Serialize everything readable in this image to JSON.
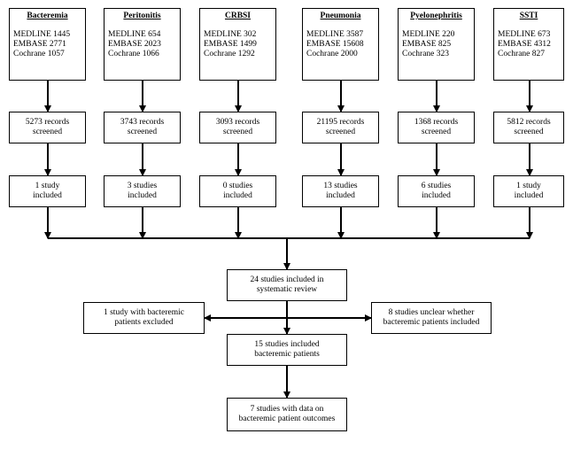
{
  "databases": [
    {
      "title": "Bacteremia",
      "lines": [
        "MEDLINE 1445",
        "EMBASE 2771",
        "Cochrane 1057"
      ],
      "screened": [
        "5273 records",
        "screened"
      ],
      "included": [
        "1 study",
        "included"
      ]
    },
    {
      "title": "Peritonitis",
      "lines": [
        "MEDLINE 654",
        "EMBASE 2023",
        "Cochrane 1066"
      ],
      "screened": [
        "3743 records",
        "screened"
      ],
      "included": [
        "3 studies",
        "included"
      ]
    },
    {
      "title": "CRBSI",
      "lines": [
        "MEDLINE 302",
        "EMBASE 1499",
        "Cochrane 1292"
      ],
      "screened": [
        "3093 records",
        "screened"
      ],
      "included": [
        "0 studies",
        "included"
      ]
    },
    {
      "title": "Pneumonia",
      "lines": [
        "MEDLINE 3587",
        "EMBASE 15608",
        "Cochrane 2000"
      ],
      "screened": [
        "21195 records",
        "screened"
      ],
      "included": [
        "13 studies",
        "included"
      ]
    },
    {
      "title": "Pyelonephritis",
      "lines": [
        "MEDLINE 220",
        "EMBASE 825",
        "Cochrane 323"
      ],
      "screened": [
        "1368 records",
        "screened"
      ],
      "included": [
        "6 studies",
        "included"
      ]
    },
    {
      "title": "SSTI",
      "lines": [
        "MEDLINE 673",
        "EMBASE 4312",
        "Cochrane 827"
      ],
      "screened": [
        "5812 records",
        "screened"
      ],
      "included": [
        "1 study",
        "included"
      ]
    }
  ],
  "review": [
    "24 studies included in",
    "systematic review"
  ],
  "excluded": [
    "1 study with bacteremic",
    "patients excluded"
  ],
  "unclear": [
    "8 studies unclear whether",
    "bacteremic patients included"
  ],
  "bacteremic": [
    "15 studies included",
    "bacteremic patients"
  ],
  "outcomes": [
    "7 studies with data on",
    "bacteremic patient outcomes"
  ]
}
